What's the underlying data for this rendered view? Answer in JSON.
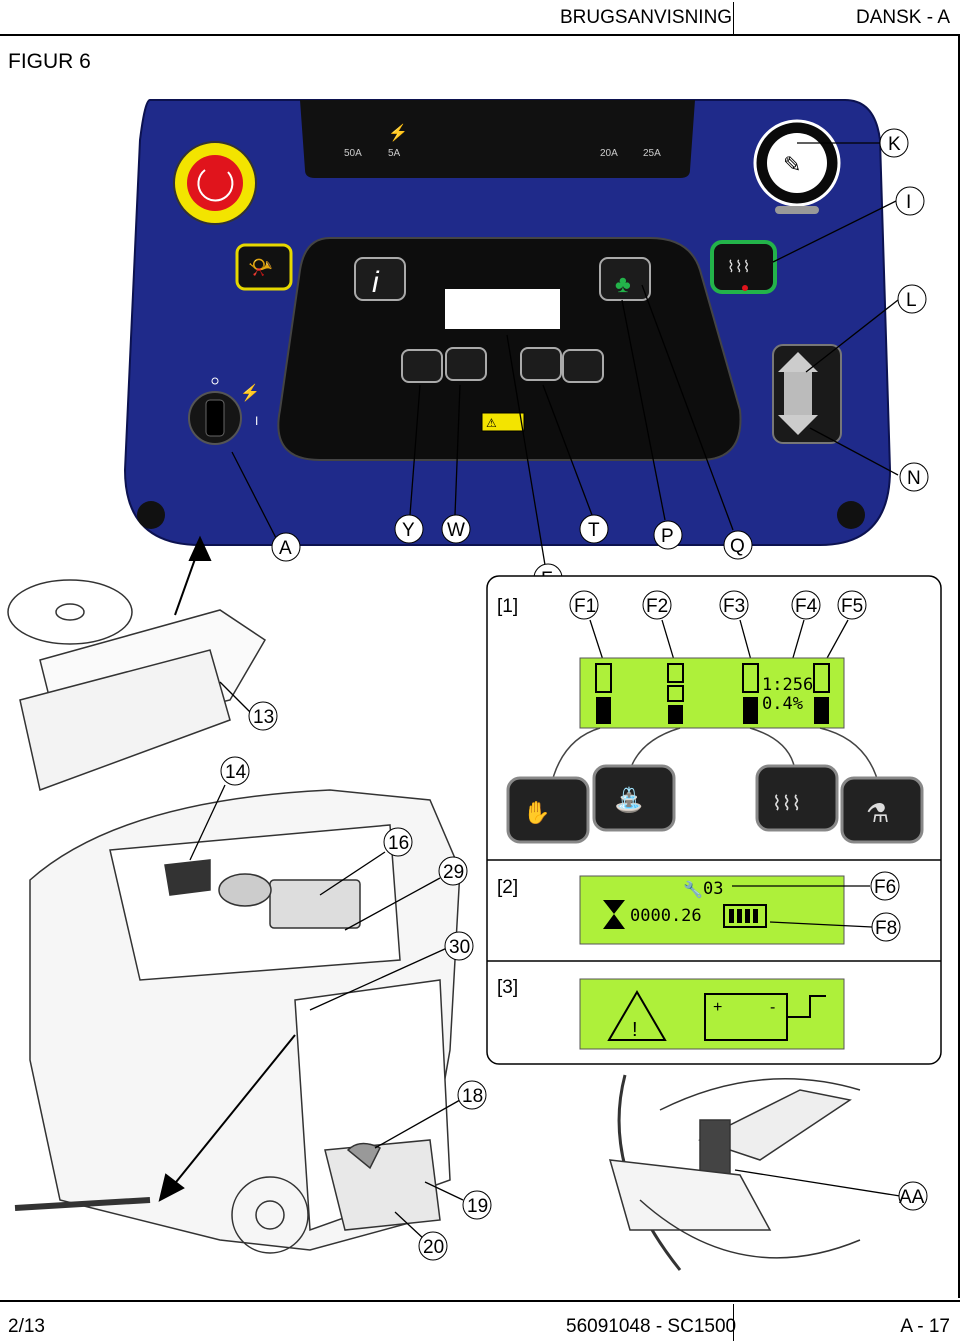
{
  "header": {
    "title": "BRUGSANVISNING",
    "language": "DANSK - A"
  },
  "figure": {
    "title": "FIGUR 6"
  },
  "panel": {
    "fuses": [
      "50A",
      "5A",
      "20A",
      "25A"
    ],
    "callouts": [
      "K",
      "I",
      "L",
      "N",
      "A",
      "Y",
      "W",
      "T",
      "P",
      "Q",
      "F"
    ]
  },
  "display": {
    "section1": "[1]",
    "section2": "[2]",
    "section3": "[3]",
    "f_labels": [
      "F1",
      "F2",
      "F3",
      "F4",
      "F5"
    ],
    "f3_line1": "1:256",
    "f3_line2": "0.4%",
    "service_code": "03",
    "hours": "0000.26",
    "callout_f6": "F6",
    "callout_f8": "F8"
  },
  "machine": {
    "callouts": [
      "13",
      "14",
      "16",
      "29",
      "30",
      "18",
      "19",
      "20",
      "AA"
    ]
  },
  "footer": {
    "page": "2/13",
    "doc": "56091048 - SC1500",
    "section": "A - 17"
  }
}
